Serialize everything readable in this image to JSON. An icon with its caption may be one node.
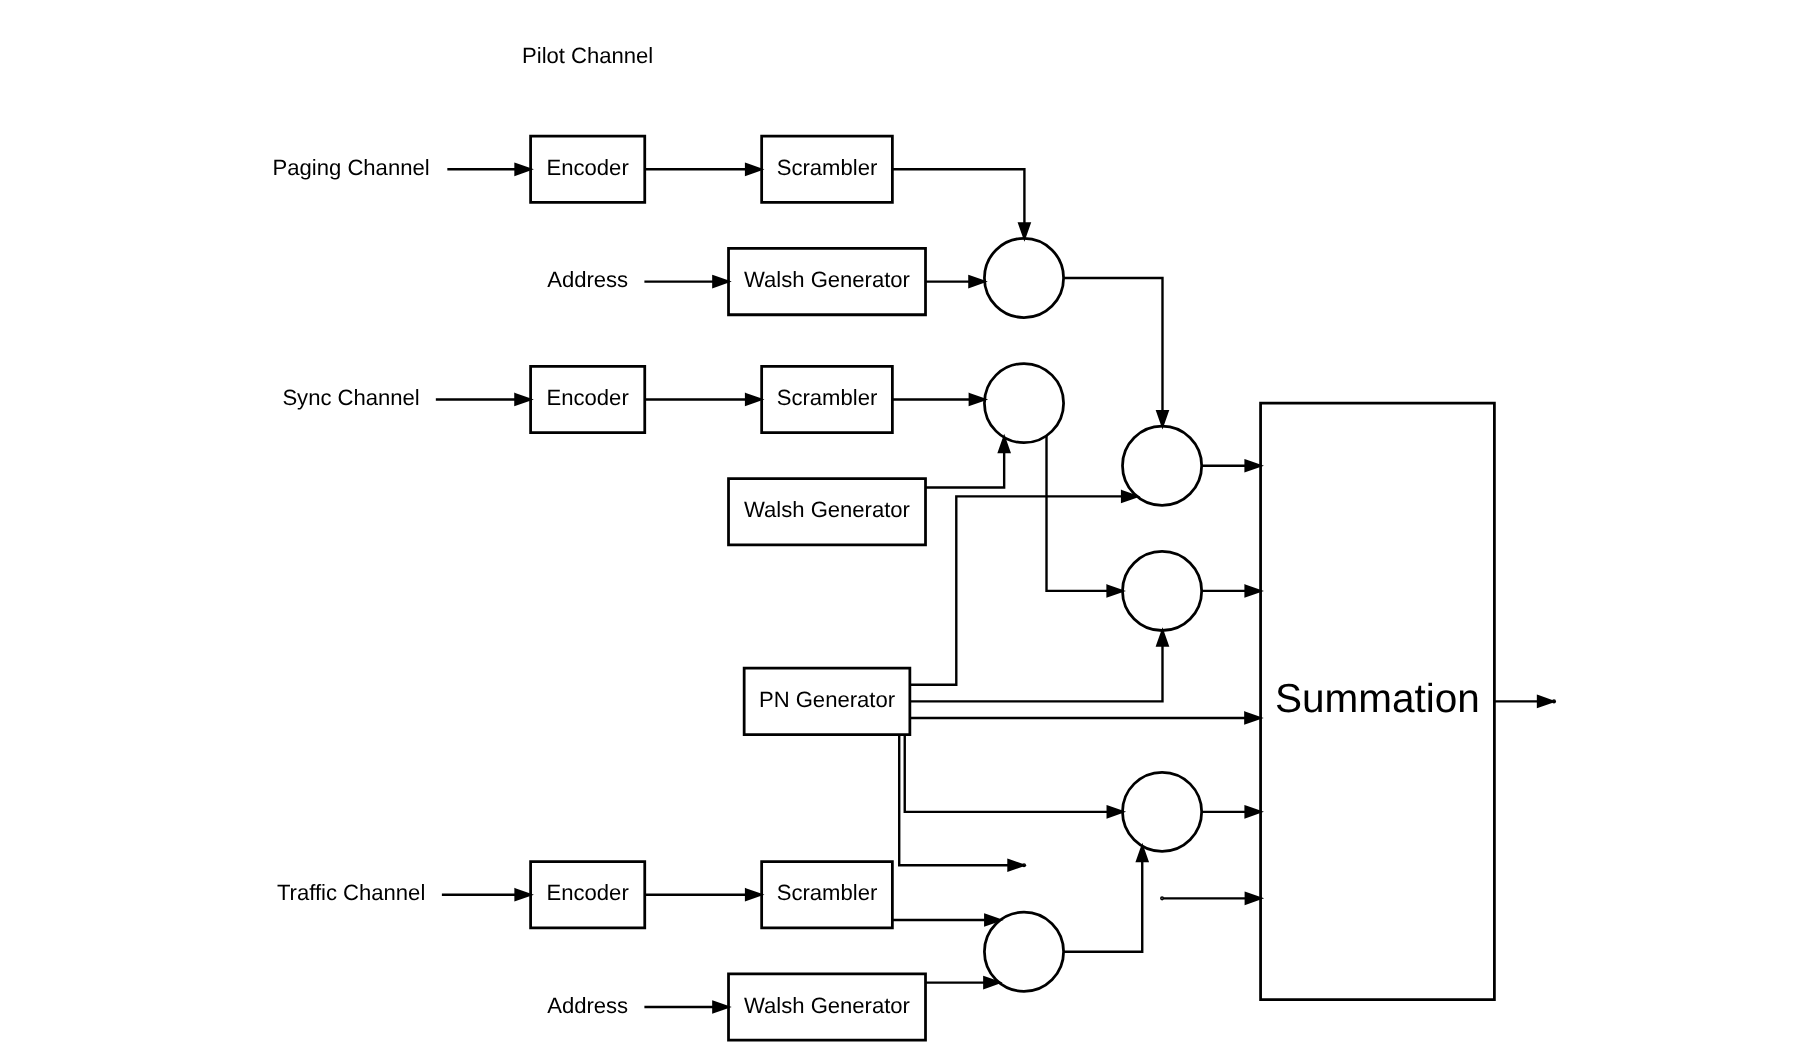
{
  "diagram": {
    "nodes": [
      {
        "text": [
          "PN Generator"
        ]
      },
      {
        "text": [
          "Summation"
        ]
      },
      {
        "text": [
          "Sync Channel"
        ]
      },
      {
        "text": [
          "Encoder"
        ]
      },
      {
        "text": [
          "Scrambler"
        ]
      },
      {
        "text": [],
        "shape": "circle"
      },
      {
        "text": [
          "Walsh Generator"
        ]
      },
      {
        "text": [],
        "shape": "circle"
      },
      {
        "text": [
          "Paging Channel"
        ]
      },
      {
        "text": [
          "Encoder"
        ]
      },
      {
        "text": [
          "Scrambler"
        ]
      },
      {
        "text": [],
        "shape": "circle"
      },
      {
        "text": [
          "Address"
        ]
      },
      {
        "text": [
          "Walsh Generator"
        ]
      },
      {
        "text": [],
        "shape": "circle"
      },
      {
        "text": [
          "Traffic Channel"
        ]
      },
      {
        "text": [
          "Encoder"
        ]
      },
      {
        "text": [
          "Scrambler"
        ]
      },
      {
        "text": [],
        "shape": "circle"
      },
      {
        "text": [
          "Address"
        ]
      },
      {
        "text": [
          "Walsh Generator"
        ]
      },
      {
        "text": [],
        "shape": "circle"
      }
    ],
    "edges": [
      {
        "from": 0,
        "to": 1,
        "arrow": "to"
      },
      {
        "from": 0,
        "to": 7,
        "arrow": "to"
      },
      {
        "from": 0,
        "to": 14,
        "arrow": "to"
      },
      {
        "from": 0,
        "to": 21,
        "arrow": "to"
      },
      {
        "from": 0,
        "to": null,
        "arrow": "to"
      },
      {
        "from": 2,
        "to": 3,
        "arrow": "to"
      },
      {
        "from": 3,
        "to": 4,
        "arrow": "to"
      },
      {
        "from": 4,
        "to": 5,
        "arrow": "to"
      },
      {
        "from": 6,
        "to": 5,
        "arrow": "to"
      },
      {
        "from": 5,
        "to": 7,
        "arrow": "to"
      },
      {
        "from": 7,
        "to": 1,
        "arrow": "to"
      },
      {
        "from": 8,
        "to": 9,
        "arrow": "to"
      },
      {
        "from": 9,
        "to": 10,
        "arrow": "to"
      },
      {
        "from": 10,
        "to": 11,
        "arrow": "to"
      },
      {
        "from": 12,
        "to": 13,
        "arrow": "to"
      },
      {
        "from": 13,
        "to": 11,
        "arrow": "to"
      },
      {
        "from": 11,
        "to": 14,
        "arrow": "to"
      },
      {
        "from": 14,
        "to": 1,
        "arrow": "to"
      },
      {
        "from": 15,
        "to": 16,
        "arrow": "to"
      },
      {
        "from": 16,
        "to": 17,
        "arrow": "to"
      },
      {
        "from": 17,
        "to": 18,
        "arrow": "to"
      },
      {
        "from": 19,
        "to": 20,
        "arrow": "to"
      },
      {
        "from": 20,
        "to": 18,
        "arrow": "to"
      },
      {
        "from": 18,
        "to": 21,
        "arrow": "to"
      },
      {
        "from": 21,
        "to": 1,
        "arrow": "to"
      },
      {
        "from": null,
        "to": 1,
        "arrow": "to"
      },
      {
        "from": 1,
        "to": null,
        "arrow": "to"
      }
    ],
    "labels": [
      "Pilot Channel"
    ]
  }
}
